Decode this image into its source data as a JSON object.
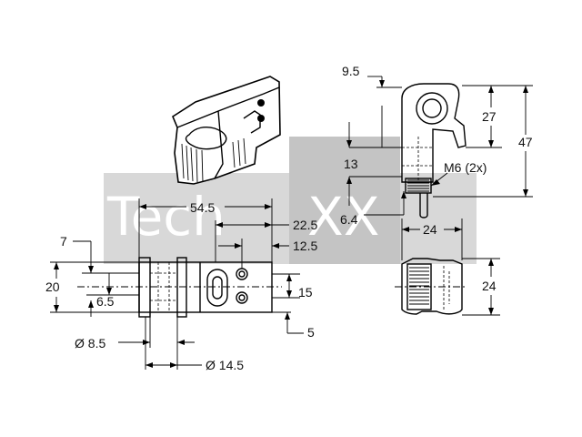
{
  "watermark": {
    "text_left": "Tech",
    "text_right": "XX",
    "band_color": "#d8d8d8",
    "box_color": "#c4c4c4"
  },
  "dimensions": {
    "width_overall": "54.5",
    "width_slot": "22.5",
    "width_holes": "12.5",
    "height_overall": "20",
    "height_top": "7",
    "height_center": "6.5",
    "height_holes": "15",
    "offset_bottom": "5",
    "diameter_small": "Ø 8.5",
    "diameter_large": "Ø 14.5",
    "side_top": "9.5",
    "side_27": "27",
    "side_47": "47",
    "side_13": "13",
    "side_thread": "M6 (2x)",
    "side_64": "6.4",
    "end_width": "24",
    "end_height": "24"
  }
}
